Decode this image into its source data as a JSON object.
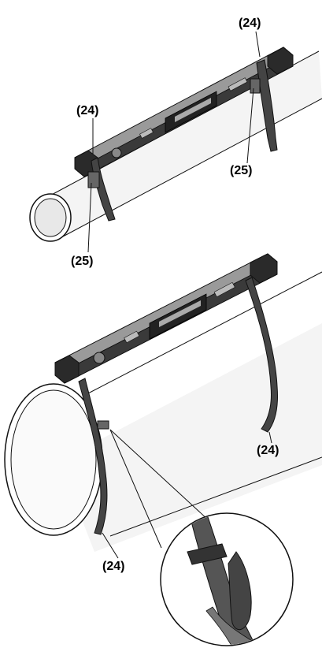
{
  "callouts": {
    "top_strap_right": "(24)",
    "top_strap_left": "(24)",
    "top_clip_right": "(25)",
    "top_clip_left": "(25)",
    "bottom_strap_right": "(24)",
    "bottom_strap_left": "(24)"
  },
  "colors": {
    "line": "#111111",
    "tool_body": "#555555",
    "tool_dark": "#222222",
    "pipe_light": "#f2f2f2",
    "display": "#333333"
  }
}
